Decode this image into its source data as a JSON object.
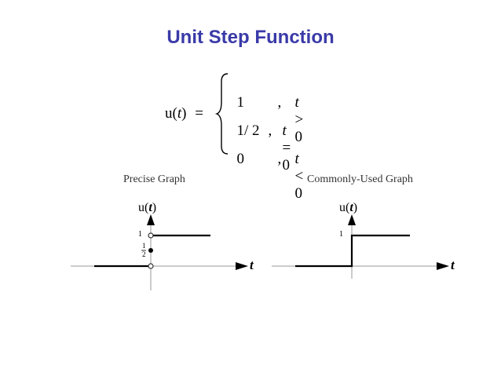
{
  "title": "Unit Step Function",
  "equation": {
    "lhs_fn": "u",
    "lhs_arg": "t",
    "equals": "=",
    "cases": [
      {
        "value": "1",
        "sep": ",",
        "cond_var": "t",
        "cond_op": ">",
        "cond_val": "0"
      },
      {
        "value": "1/ 2",
        "sep": ",",
        "cond_var": "t",
        "cond_op": "=",
        "cond_val": "0"
      },
      {
        "value": "0",
        "sep": ",",
        "cond_var": "t",
        "cond_op": "<",
        "cond_val": "0"
      }
    ]
  },
  "graphs": [
    {
      "caption": "Precise Graph",
      "y_axis_label_fn": "u(",
      "y_axis_label_var": "t",
      "y_axis_label_close": ")",
      "x_axis_label": "t",
      "tick_one": "1",
      "tick_half_num": "1",
      "tick_half_den": "2"
    },
    {
      "caption": "Commonly-Used Graph",
      "y_axis_label_fn": "u(",
      "y_axis_label_var": "t",
      "y_axis_label_close": ")",
      "x_axis_label": "t",
      "tick_one": "1"
    }
  ]
}
